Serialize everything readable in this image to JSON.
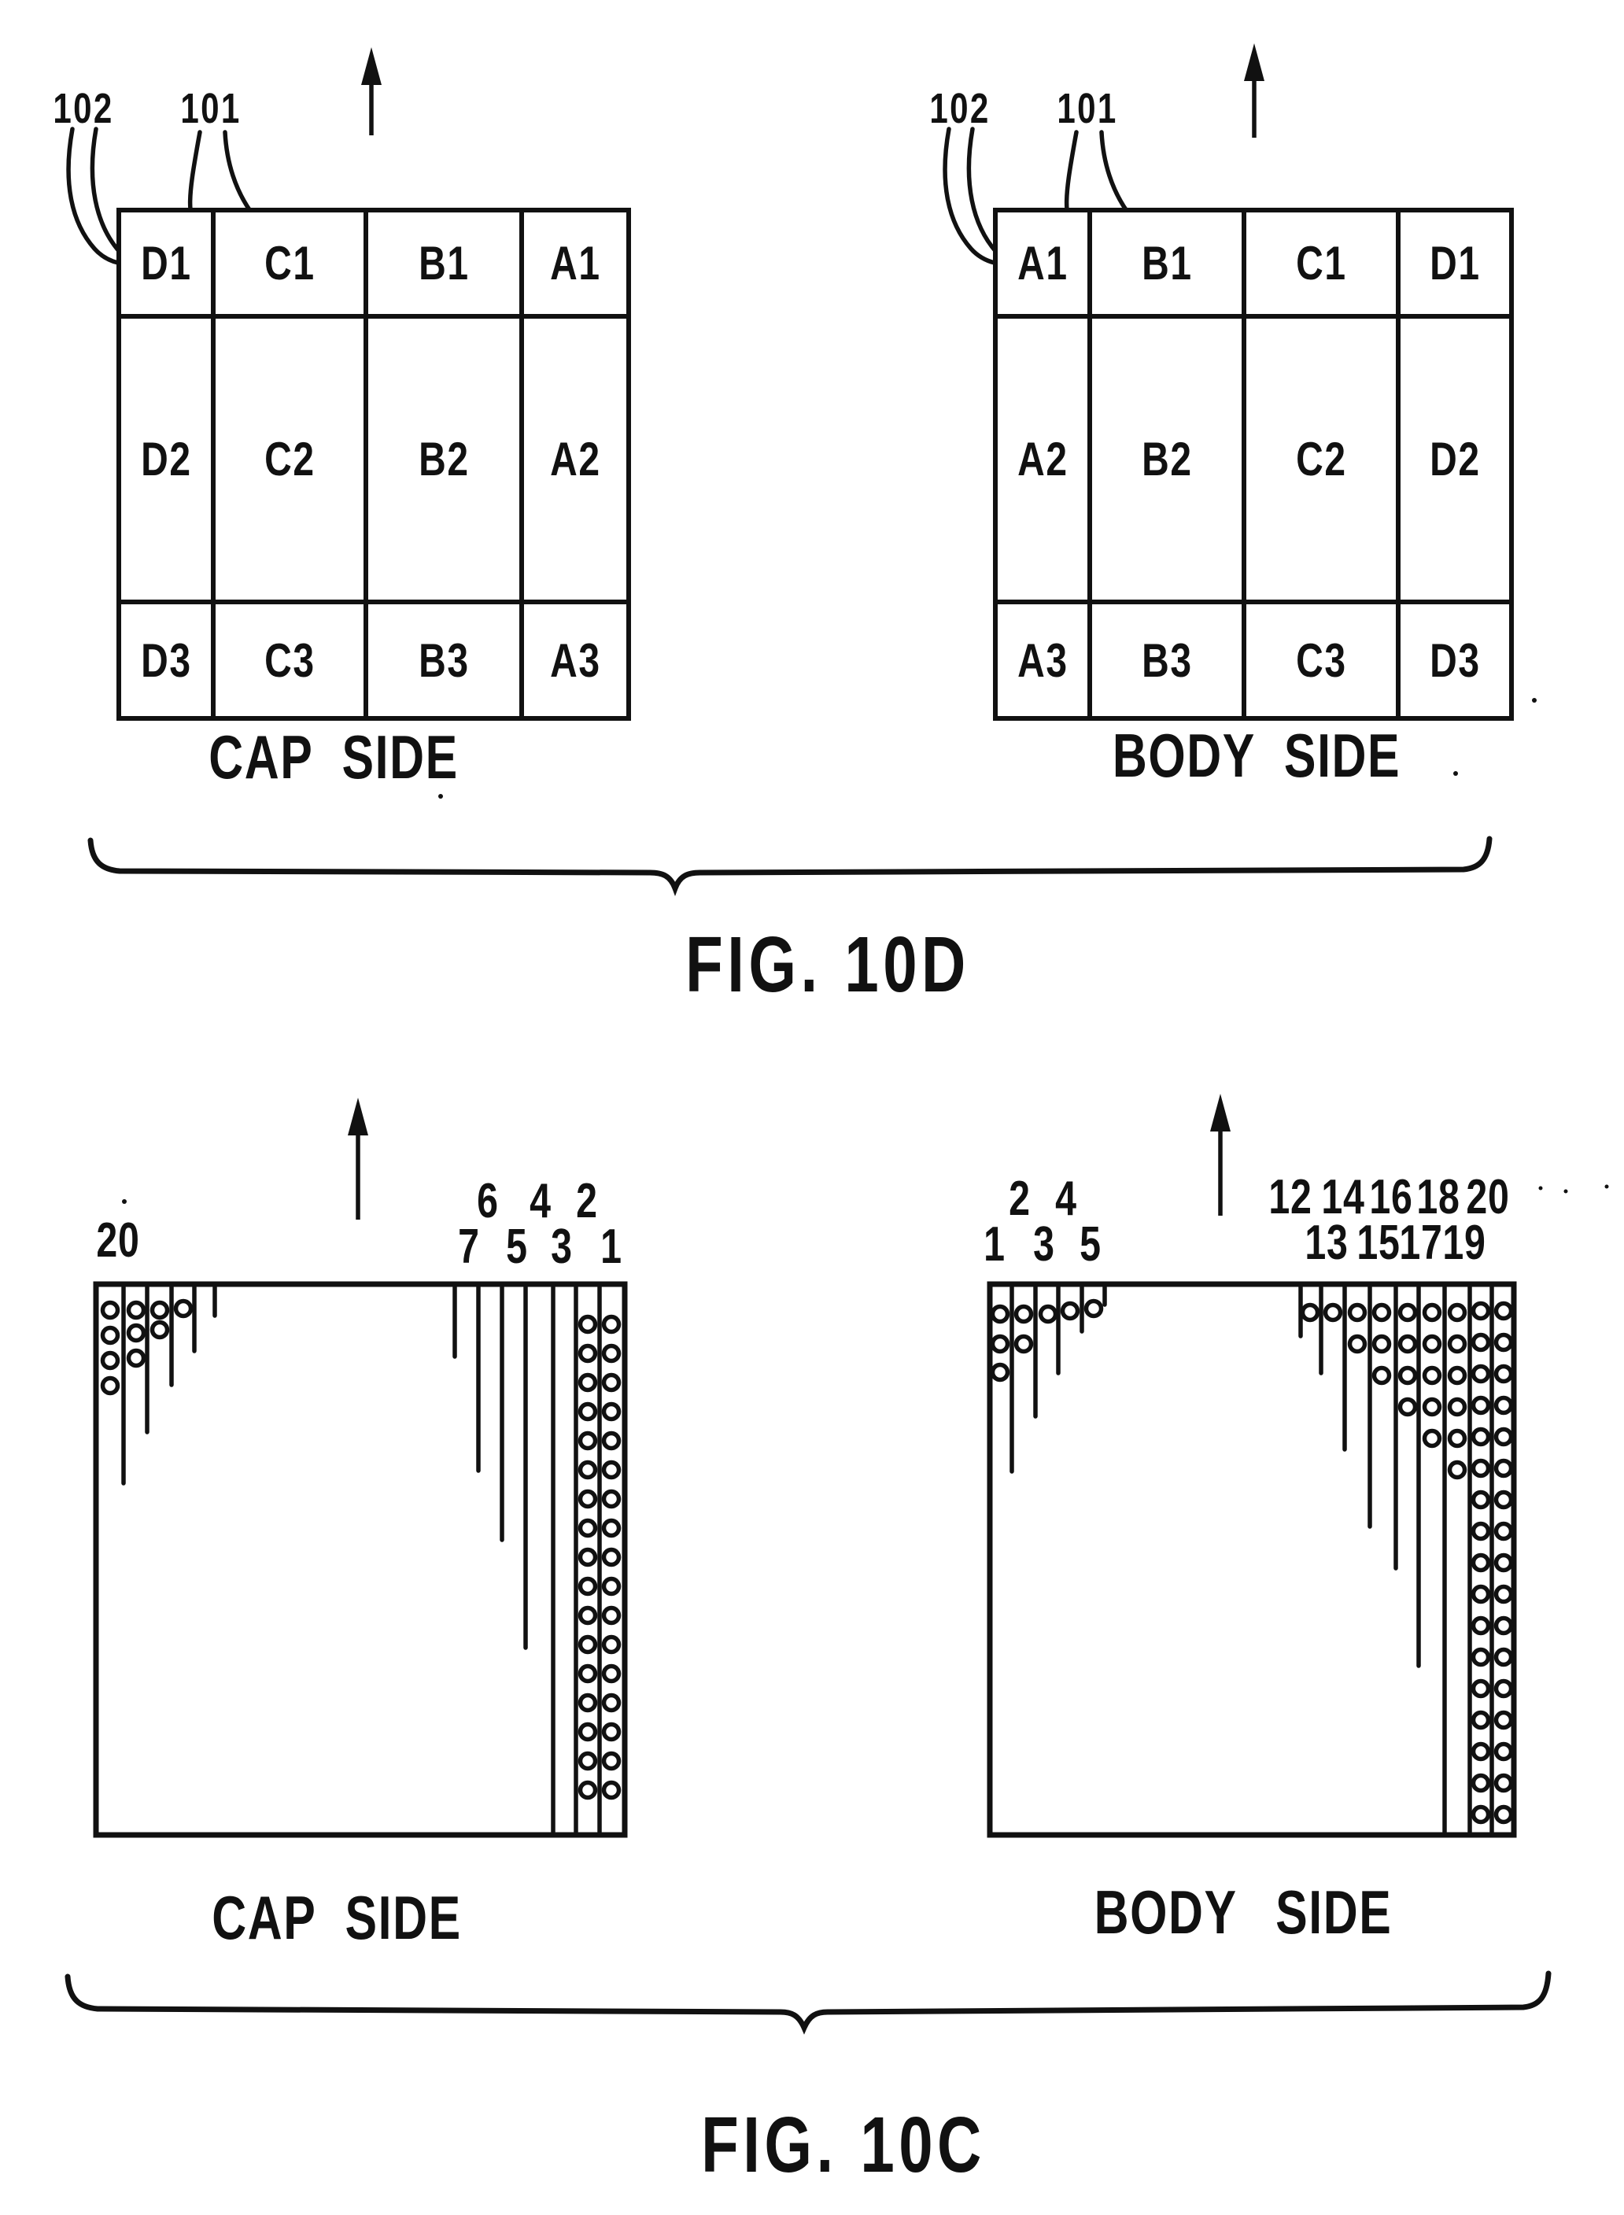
{
  "figure_top": {
    "ref_numerals": {
      "left_102": "102",
      "left_101": "101",
      "right_102": "102",
      "right_101": "101"
    },
    "cap_grid": {
      "cells": [
        "D1",
        "C1",
        "B1",
        "A1",
        "D2",
        "C2",
        "B2",
        "A2",
        "D3",
        "C3",
        "B3",
        "A3"
      ],
      "caption": "CAP SIDE"
    },
    "body_grid": {
      "cells": [
        "A1",
        "B1",
        "C1",
        "D1",
        "A2",
        "B2",
        "C2",
        "D2",
        "A3",
        "B3",
        "C3",
        "D3"
      ],
      "caption": "BODY SIDE"
    },
    "caption": "FIG. 10D"
  },
  "figure_bottom": {
    "cap_panel": {
      "corner_label": "20",
      "upper_labels": [
        "6",
        "4",
        "2"
      ],
      "lower_labels": [
        "7",
        "5",
        "3",
        "1"
      ],
      "caption": "CAP SIDE"
    },
    "body_panel": {
      "upper_left_labels": [
        "2",
        "4"
      ],
      "lower_left_labels": [
        "1",
        "3",
        "5"
      ],
      "upper_right_labels": [
        "12",
        "14",
        "16",
        "18",
        "20"
      ],
      "lower_right_labels": [
        "13",
        "15",
        "17",
        "19"
      ],
      "caption": "BODY SIDE"
    },
    "caption": "FIG. 10C"
  },
  "colors": {
    "ink": "#111111",
    "paper": "#ffffff"
  }
}
